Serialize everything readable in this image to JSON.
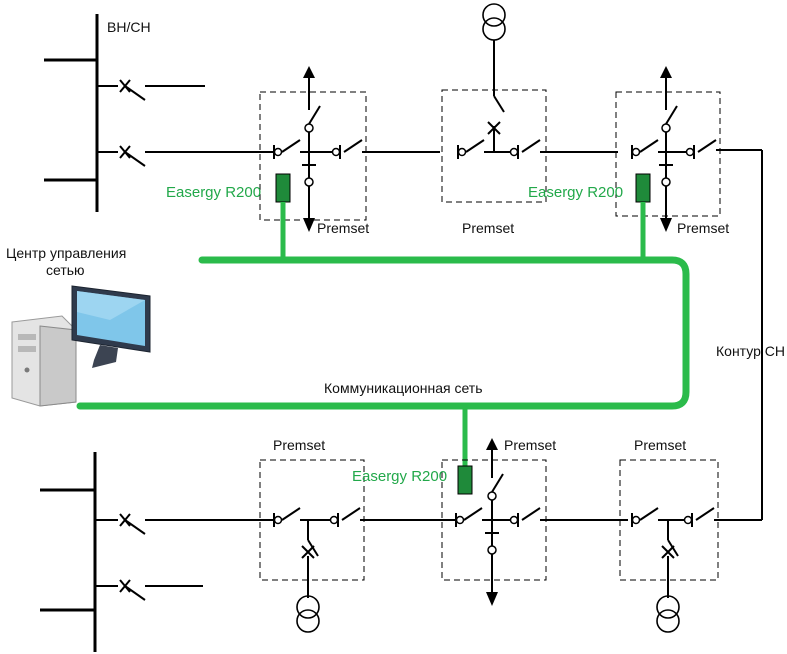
{
  "labels": {
    "busbar_top": "ВН/СН",
    "control_center": [
      "Центр управления",
      "сетью"
    ],
    "network": "Коммуникационная сеть",
    "loop": "Контур СН"
  },
  "devices": {
    "r200_top_left": "Easergy R200",
    "r200_top_right": "Easergy R200",
    "r200_bottom": "Easergy R200"
  },
  "premset": {
    "top_left": "Premset",
    "top_middle": "Premset",
    "top_right": "Premset",
    "bottom_left": "Premset",
    "bottom_middle": "Premset",
    "bottom_right": "Premset"
  },
  "colors": {
    "network": "#2bbb4b",
    "device_fill": "#1f8a3a",
    "label_green": "#22a84a"
  }
}
